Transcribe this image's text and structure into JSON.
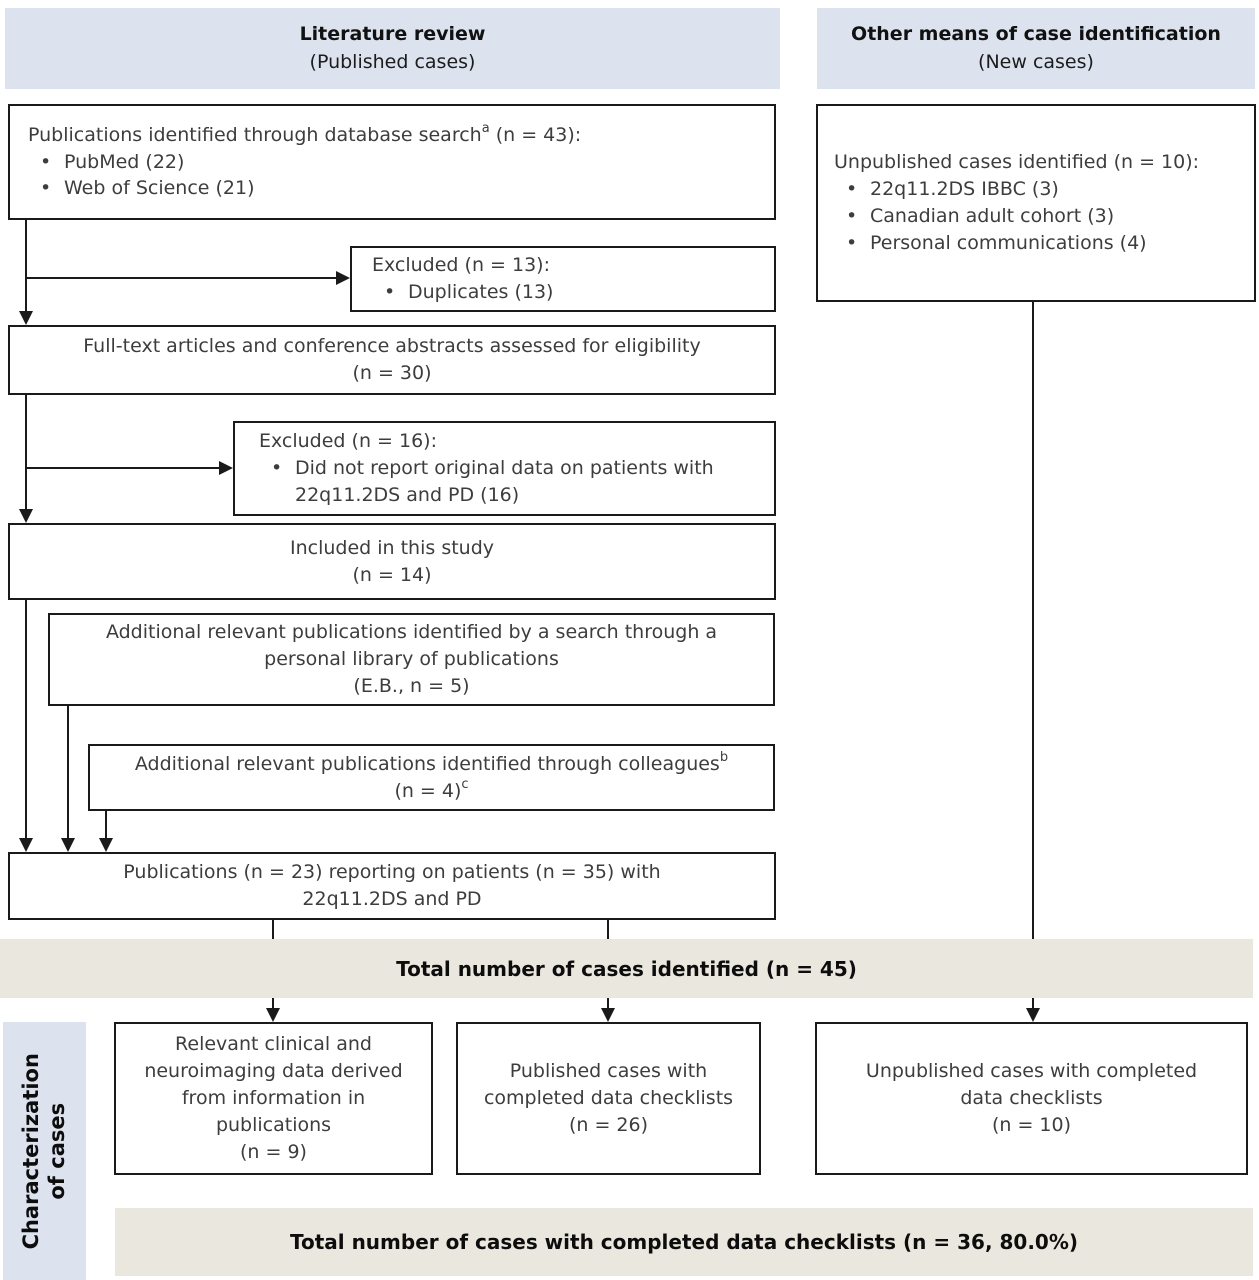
{
  "headers": {
    "literature": {
      "title": "Literature review",
      "subtitle": "(Published cases)"
    },
    "other": {
      "title": "Other means of case identification",
      "subtitle": "(New cases)"
    }
  },
  "left_column": {
    "pubs_identified": {
      "title_main": "Publications identified through database search",
      "title_sup": "a",
      "title_tail": " (n = 43):",
      "bullets": [
        "PubMed (22)",
        "Web of Science (21)"
      ]
    },
    "excluded_duplicates": {
      "title": "Excluded (n = 13):",
      "bullets": [
        "Duplicates (13)"
      ]
    },
    "fulltext": {
      "line1": "Full-text articles and conference abstracts assessed for eligibility",
      "line2": "(n = 30)"
    },
    "excluded_original": {
      "title": "Excluded (n = 16):",
      "bullets": [
        "Did not report original data on patients with 22q11.2DS and PD (16)"
      ]
    },
    "included": {
      "line1": "Included in this study",
      "line2": "(n = 14)"
    },
    "library": {
      "line1": "Additional relevant publications identified by a search through a",
      "line2": "personal library of publications",
      "line3": "(E.B., n = 5)"
    },
    "colleagues": {
      "line1_main": "Additional relevant publications identified through colleagues",
      "line1_sup": "b",
      "line2_main": "(n = 4)",
      "line2_sup": "c"
    },
    "pubs_reporting": {
      "line1": "Publications (n = 23) reporting on patients (n = 35) with",
      "line2": "22q11.2DS and PD"
    }
  },
  "right_column": {
    "unpublished_identified": {
      "title": "Unpublished cases identified (n = 10):",
      "bullets": [
        "22q11.2DS IBBC (3)",
        "Canadian adult cohort (3)",
        "Personal communications (4)"
      ]
    }
  },
  "bands": {
    "total_identified": "Total number of cases identified (n = 45)",
    "total_checklists": "Total number of cases with completed data checklists (n = 36, 80.0%)"
  },
  "sidebar": {
    "line1": "Characterization",
    "line2": "of cases"
  },
  "bottom_boxes": {
    "relevant_clinical": {
      "lines": [
        "Relevant clinical and",
        "neuroimaging data derived",
        "from information in",
        "publications",
        "(n = 9)"
      ]
    },
    "published_checklists": {
      "lines": [
        "Published cases with",
        "completed data checklists",
        "(n = 26)"
      ]
    },
    "unpublished_checklists": {
      "lines": [
        "Unpublished cases with completed",
        "data checklists",
        "(n = 10)"
      ]
    }
  },
  "colors": {
    "header_bg": "#dce3ee",
    "band_bg": "#eae8de",
    "box_border": "#1a1a1a",
    "text": "#3d3d3d"
  }
}
